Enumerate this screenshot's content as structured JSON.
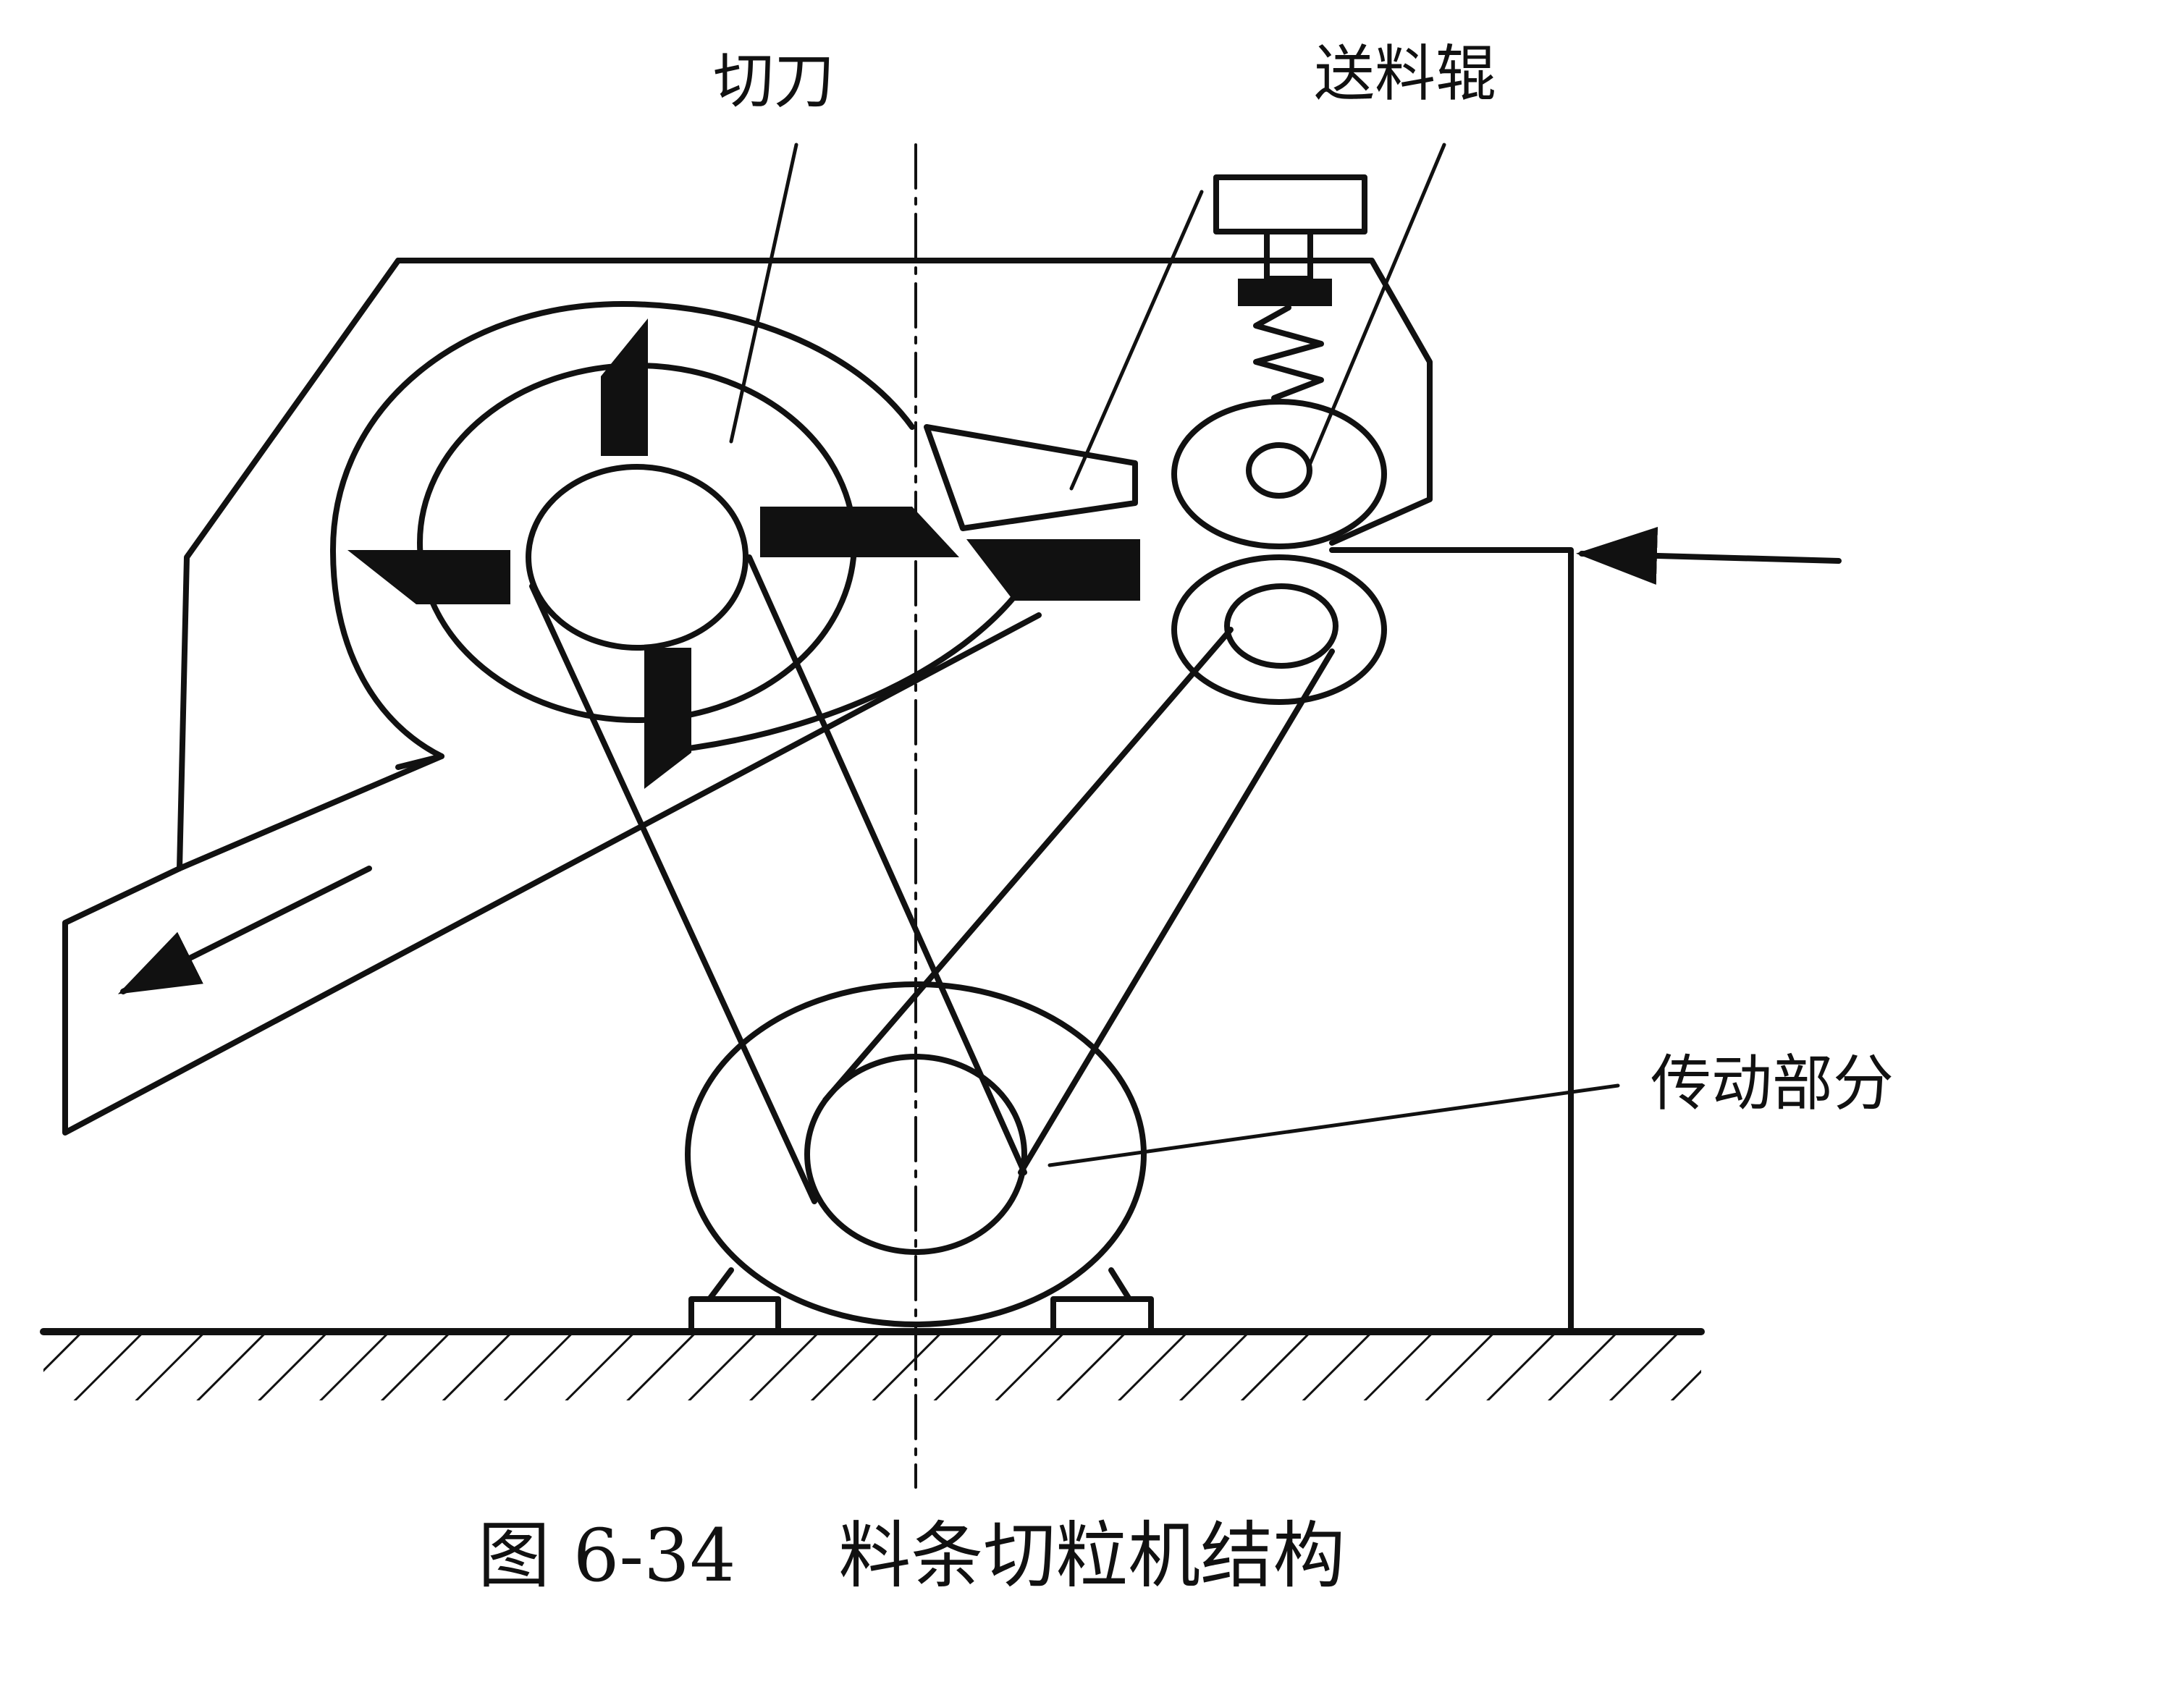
{
  "labels": {
    "cutter": "切刀",
    "feed_roller": "送料辊",
    "transmission": "传动部分"
  },
  "caption": {
    "figure_number": "图 6-34",
    "title": "料条切粒机结构"
  },
  "colors": {
    "ink": "#111111",
    "background": "#ffffff"
  }
}
